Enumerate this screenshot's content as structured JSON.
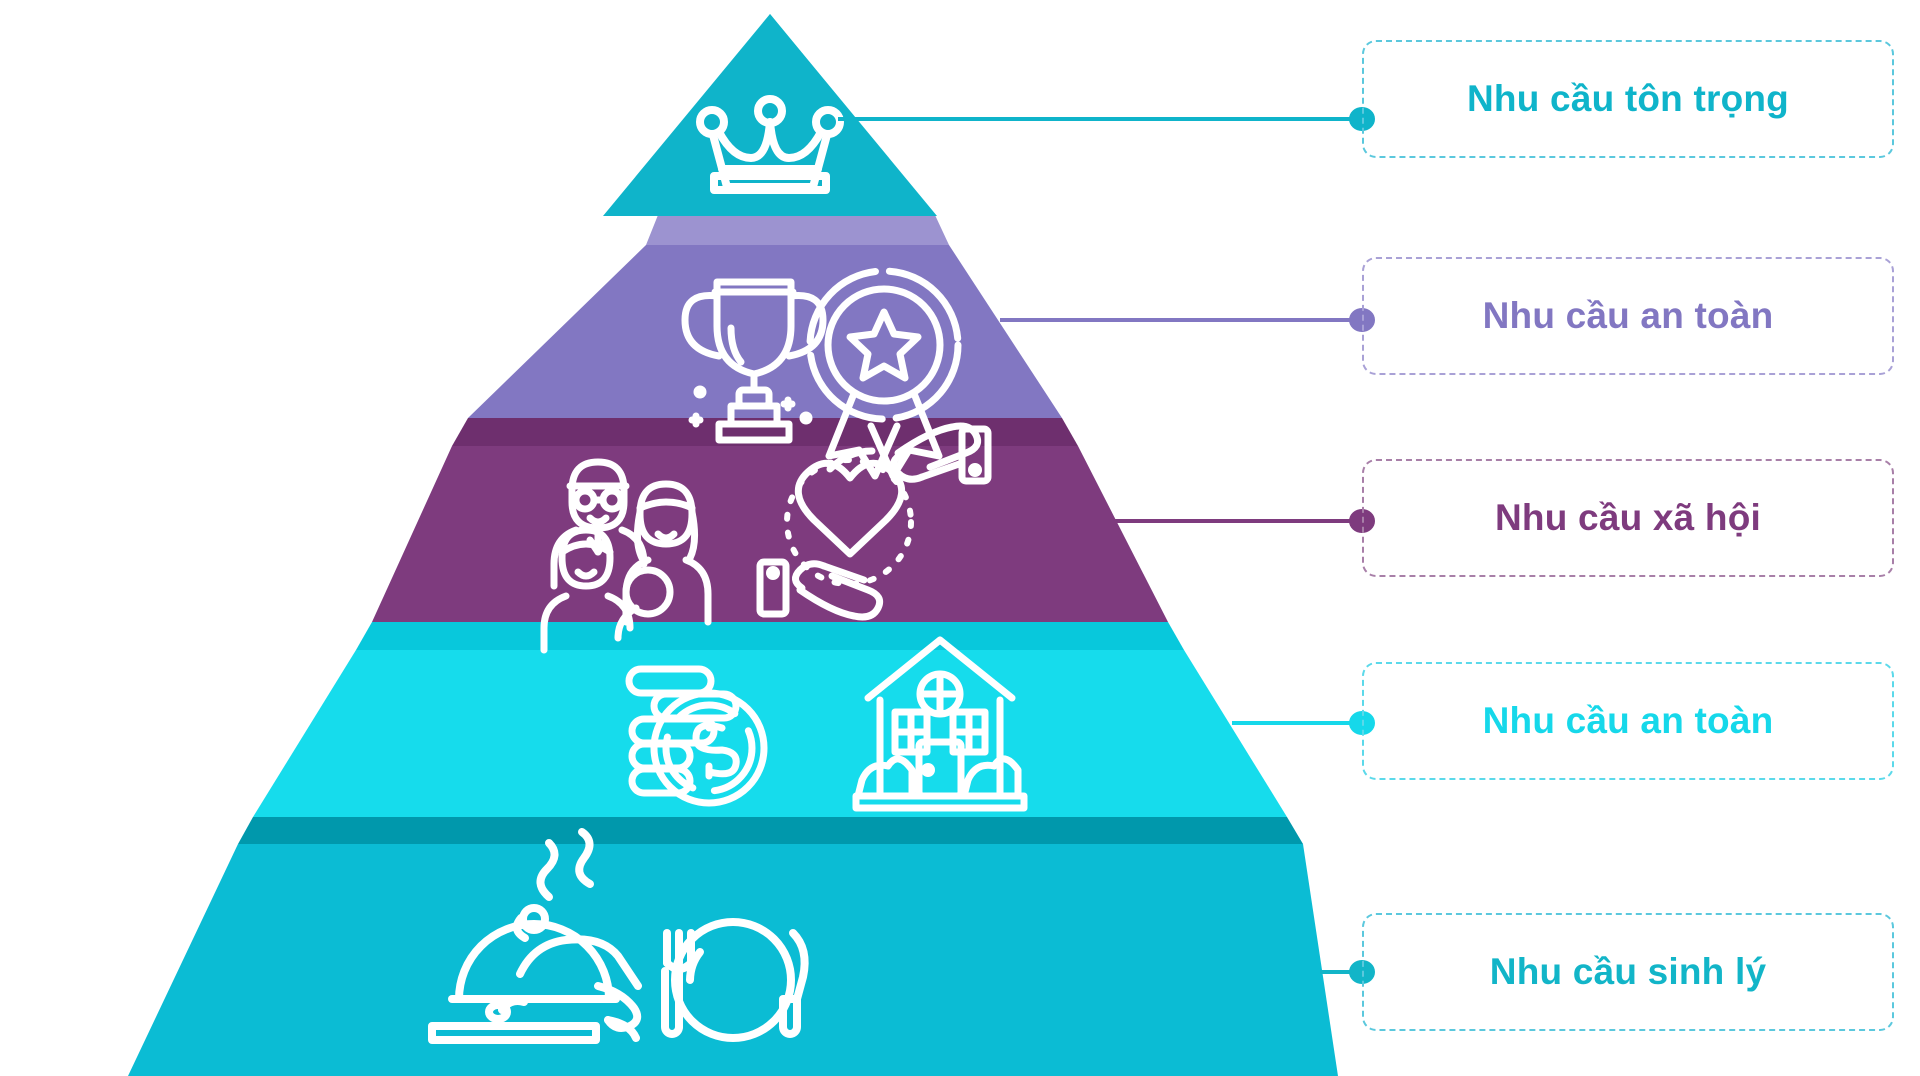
{
  "diagram": {
    "type": "pyramid",
    "title_visible": false,
    "background_color": "#ffffff",
    "tier_count": 5,
    "tiers": [
      {
        "index": 1,
        "position": "top",
        "label": "Nhu cầu tôn trọng",
        "face_color": "#0FB4CA",
        "top_band_color": "#0FB4CA",
        "label_color": "#0FB4CA",
        "connector_color": "#0FB4CA",
        "box_border_color": "#5bc8dd",
        "icons": [
          "crown-icon"
        ]
      },
      {
        "index": 2,
        "position": "second",
        "label": "Nhu cầu an toàn",
        "face_color": "#8277C2",
        "top_band_color": "#9C93D0",
        "label_color": "#8277C2",
        "connector_color": "#8277C2",
        "box_border_color": "#a9a1d6",
        "icons": [
          "trophy-icon",
          "award-medal-icon"
        ]
      },
      {
        "index": 3,
        "position": "middle",
        "label": "Nhu cầu xã hội",
        "face_color": "#7E3B7E",
        "top_band_color": "#6E2F6E",
        "label_color": "#7E3B7E",
        "connector_color": "#7E3B7E",
        "box_border_color": "#a87fa8",
        "icons": [
          "family-icon",
          "hands-heart-icon"
        ]
      },
      {
        "index": 4,
        "position": "fourth",
        "label": "Nhu cầu an toàn",
        "face_color": "#16DCEC",
        "top_band_color": "#08C8DC",
        "label_color": "#16D8EA",
        "connector_color": "#16D8EA",
        "box_border_color": "#5bd9ea",
        "icons": [
          "coins-dollar-icon",
          "house-icon"
        ]
      },
      {
        "index": 5,
        "position": "bottom",
        "label": "Nhu cầu sinh lý",
        "face_color": "#0BBCD4",
        "top_band_color": "#0098AC",
        "label_color": "#12B5C8",
        "connector_color": "#12B5C8",
        "box_border_color": "#5bc8dd",
        "icons": [
          "food-cloche-icon",
          "cutlery-plate-icon"
        ]
      }
    ]
  }
}
